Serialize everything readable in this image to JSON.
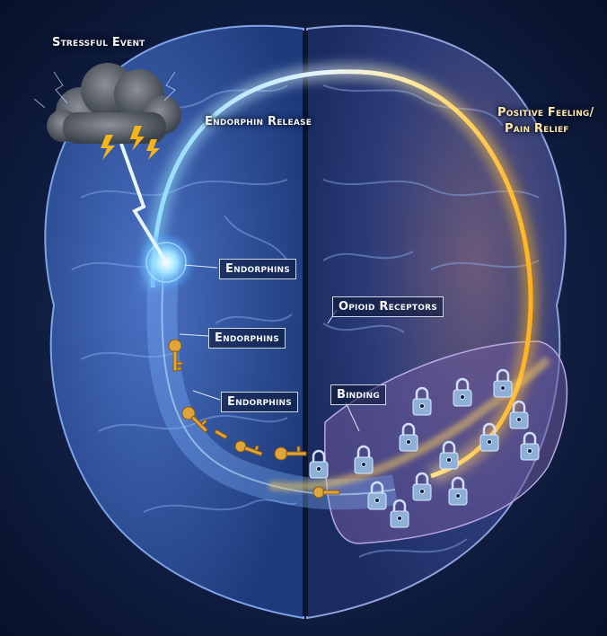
{
  "labels": {
    "stressful_event": "Stressful Event",
    "endorphin_release": "Endorphin Release",
    "positive_feeling": "Positive Feeling/",
    "pain_relief": "Pain Relief",
    "endorphins_1": "Endorphins",
    "endorphins_2": "Endorphins",
    "endorphins_3": "Endorphins",
    "opioid_receptors": "Opioid Receptors",
    "binding": "Binding"
  },
  "colors": {
    "background": "#0b1530",
    "brain": "#2f4f99",
    "release_beam": "#7fd0ff",
    "positive_glow": "#ffd25a",
    "key": "#e0a53a",
    "lock": "#8fb0d6",
    "receptor_zone": "#6e5a9a"
  },
  "icons": [
    "storm-cloud-icon",
    "lightning-icon",
    "key-icon",
    "padlock-icon"
  ]
}
